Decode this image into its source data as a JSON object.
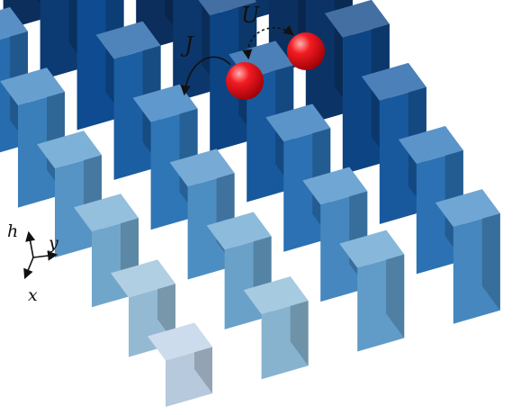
{
  "labels": {
    "hopping": "J",
    "interaction": "U",
    "axis_h": "h",
    "axis_y": "y",
    "axis_x": "x"
  },
  "colors": {
    "particle": "#e0101a",
    "particle_highlight": "#ff8f8f",
    "arrow": "#111111"
  },
  "colormap": [
    "#f4f8fd",
    "#c9d7ea",
    "#8fbcd8",
    "#5f9fcf",
    "#2f79bd",
    "#0f4f98",
    "#0b3060"
  ],
  "lattice": {
    "heights_level": [
      [
        0.2,
        0.3,
        0.42,
        0.52,
        0.62,
        0.7,
        0.78,
        0.88
      ],
      [
        0.34,
        0.45,
        0.55,
        0.66,
        0.76,
        0.84,
        0.93,
        1.0
      ],
      [
        0.48,
        0.58,
        0.68,
        0.78,
        0.88,
        0.95,
        1.0,
        0.98
      ],
      [
        0.58,
        0.68,
        0.78,
        0.88,
        0.97,
        0.99,
        0.96,
        0.9
      ]
    ]
  }
}
